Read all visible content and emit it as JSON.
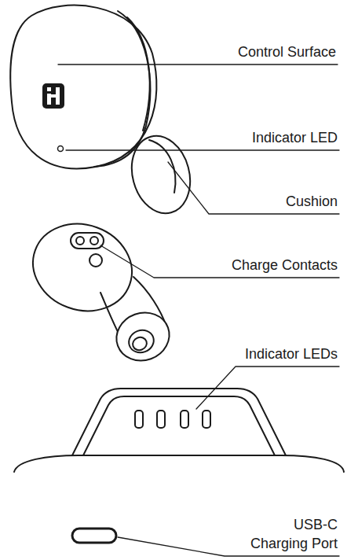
{
  "diagram": {
    "labels": [
      "Control Surface",
      "Indicator LED",
      "Cushion",
      "Charge Contacts",
      "Indicator LEDs",
      "USB-C Charging Port"
    ]
  }
}
